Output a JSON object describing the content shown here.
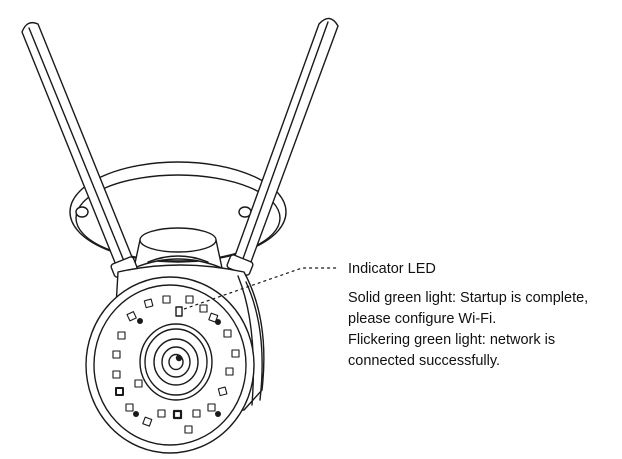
{
  "callout": {
    "title": "Indicator LED",
    "lines": [
      "Solid green light: Startup is complete,",
      "please configure Wi-Fi.",
      "Flickering green light: network is",
      "connected successfully."
    ]
  },
  "colors": {
    "stroke": "#1a1a1a",
    "background": "#ffffff"
  }
}
